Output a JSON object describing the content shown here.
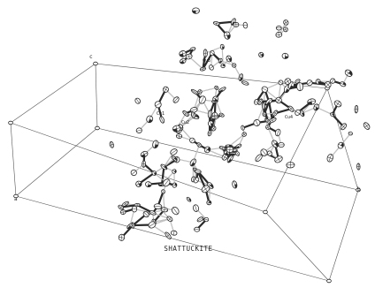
{
  "figure": {
    "caption": "SHATTUCKITE",
    "axis_labels": {
      "c": "c",
      "b": "b",
      "a": "a"
    },
    "atom_labels": [
      "Cu3",
      "Cu1",
      "Cu2",
      "Cu4"
    ],
    "line_color": "#2a2a2a",
    "bond_color_light": "#9a9a9a"
  }
}
